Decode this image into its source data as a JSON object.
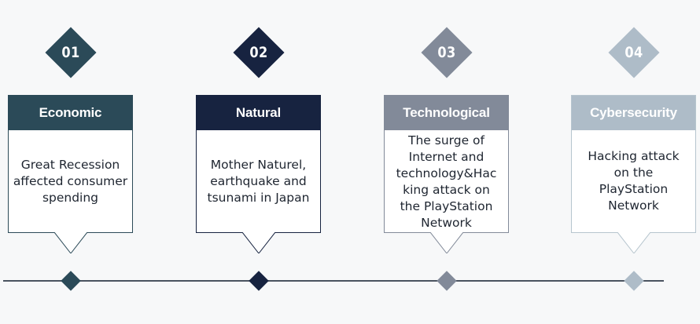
{
  "steps": [
    {
      "number": "01",
      "title": "Economic",
      "text": "Great Recession affected consumer spending",
      "lines": [
        "Great Recession",
        "affected consumer",
        "spending"
      ],
      "color": "#2b4a58",
      "border_color": "#2b4a58"
    },
    {
      "number": "02",
      "title": "Natural",
      "text": "Mother Naturel, earthquake and tsunami in Japan",
      "lines": [
        "Mother Naturel,",
        "earthquake and",
        "tsunami in Japan"
      ],
      "color": "#172340",
      "border_color": "#172340"
    },
    {
      "number": "03",
      "title": "Technological",
      "text": "The surge of Internet and technology&Hacking attack on the PlayStation Network",
      "lines": [
        "The surge of",
        "Internet and",
        "technology&Hac",
        "king attack on",
        "the PlayStation",
        "Network"
      ],
      "color": "#828a99",
      "border_color": "#828a99"
    },
    {
      "number": "04",
      "title": "Cybersecurity",
      "text": "Hacking attack on the PlayStation Network",
      "lines": [
        "Hacking attack",
        "on the",
        "PlayStation",
        "Network"
      ],
      "color": "#aebcc8",
      "border_color": "#b6c5ce"
    }
  ],
  "timeline_color": "#4a5360"
}
